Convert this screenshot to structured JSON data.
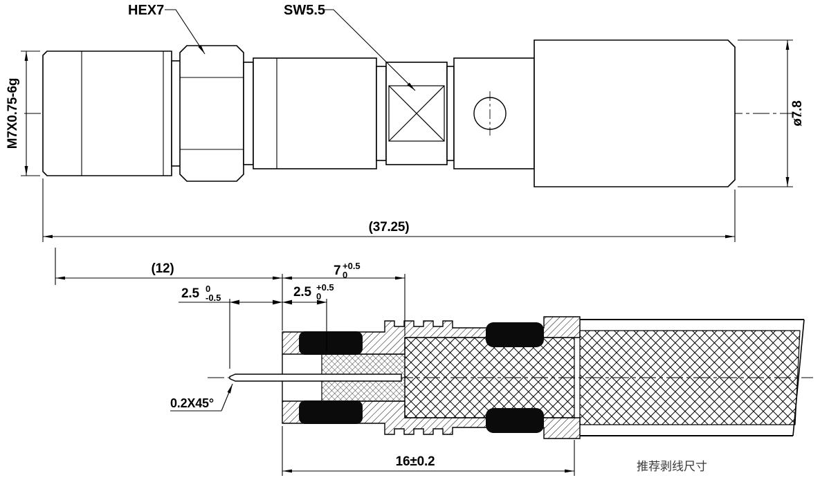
{
  "top_view": {
    "hex_label": "HEX7",
    "sw_label": "SW5.5",
    "thread_spec": "M7X0.75-6g",
    "outer_diameter": "ø7.8",
    "overall_length": "(37.25)"
  },
  "section_view": {
    "body_length": "(12)",
    "strip_outer_value": "7",
    "strip_outer_tol_upper": "+0.5",
    "strip_outer_tol_lower": "0",
    "pin_value": "2.5",
    "pin_tol_upper": "0",
    "pin_tol_lower": "-0.5",
    "strip_inner_value": "2.5",
    "strip_inner_tol_upper": "+0.5",
    "strip_inner_tol_lower": "0",
    "chamfer": "0.2X45°",
    "braid_length": "16±0.2",
    "note": "推荐剥线尺寸"
  }
}
